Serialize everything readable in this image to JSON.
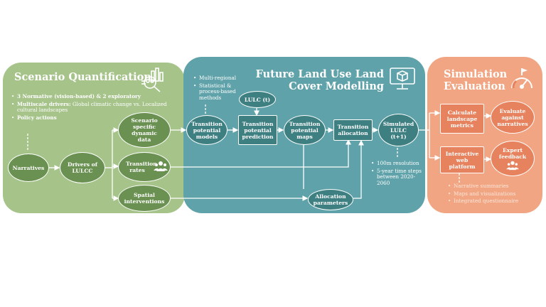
{
  "panels": {
    "scenario": {
      "title": "Scenario Quantification",
      "bullets": [
        "3 Normative (vision-based) & 2 exploratory",
        "Multiscale drivers:",
        "Global climatic change vs. Localized cultural landscapes",
        "Policy actions"
      ],
      "nodes": {
        "narratives": "Narratives",
        "drivers": "Drivers of LULCC",
        "scenario_data": "Scenario specific dynamic data",
        "transition_rates": "Transition rates",
        "spatial": "Spatial interventions"
      }
    },
    "modelling": {
      "title_line1": "Future Land Use Land",
      "title_line2": "Cover Modelling",
      "bullets": [
        "Multi-regional",
        "Statistical & process-based methods"
      ],
      "nodes": {
        "lulc_t": "LULC (t)",
        "tp_models": "Transition potential models",
        "tp_prediction": "Transition potential prediction",
        "tp_maps": "Transition potential maps",
        "t_allocation": "Transition allocation",
        "simulated": "Simulated LULC (t+1)",
        "alloc_params": "Allocation parameters"
      },
      "notes": [
        "100m resolution",
        "5-year time steps between 2020-2060"
      ]
    },
    "evaluation": {
      "title_line1": "Simulation",
      "title_line2": "Evaluation",
      "nodes": {
        "calc_metrics": "Calculate landscape metrics",
        "evaluate": "Evaluate against narratives",
        "web_platform": "Interactive web platform",
        "expert": "Expert feedback"
      },
      "bullets": [
        "Narrative summaries",
        "Maps and visualizations",
        "Integrated questionnaire"
      ]
    }
  },
  "colors": {
    "green_panel": "#a6c38a",
    "green_node": "#6a9151",
    "teal_panel": "#5fa2a9",
    "teal_node": "#3e7f82",
    "orange_panel": "#f1a582",
    "orange_node": "#e7825e"
  },
  "icons": [
    "people-search-chart-icon",
    "computer-cube-icon",
    "gauge-flag-icon",
    "people-group-icon"
  ]
}
